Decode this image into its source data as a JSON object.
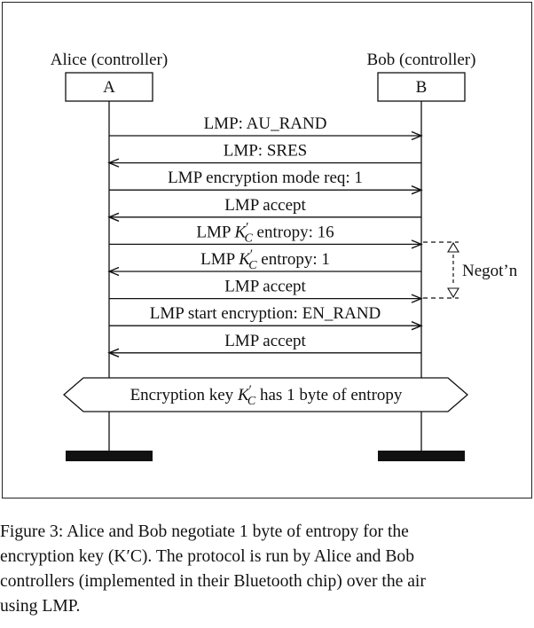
{
  "participants": {
    "alice": {
      "role_label": "Alice (controller)",
      "box_label": "A"
    },
    "bob": {
      "role_label": "Bob (controller)",
      "box_label": "B"
    }
  },
  "messages": [
    {
      "parts": [
        {
          "t": "LMP: AU"
        },
        {
          "t": "_",
          "style": "underscore"
        },
        {
          "t": "RAND"
        }
      ],
      "direction": "right"
    },
    {
      "parts": [
        {
          "t": "LMP: SRES"
        }
      ],
      "direction": "left"
    },
    {
      "parts": [
        {
          "t": "LMP encryption mode req: 1"
        }
      ],
      "direction": "right"
    },
    {
      "parts": [
        {
          "t": "LMP accept"
        }
      ],
      "direction": "left"
    },
    {
      "parts": [
        {
          "t": "LMP "
        },
        {
          "t": "K",
          "style": "math"
        },
        {
          "t": "′",
          "style": "sup"
        },
        {
          "t": "C",
          "style": "sub"
        },
        {
          "t": " entropy: 16"
        }
      ],
      "direction": "right"
    },
    {
      "parts": [
        {
          "t": "LMP "
        },
        {
          "t": "K",
          "style": "math"
        },
        {
          "t": "′",
          "style": "sup"
        },
        {
          "t": "C",
          "style": "sub"
        },
        {
          "t": " entropy: 1"
        }
      ],
      "direction": "left"
    },
    {
      "parts": [
        {
          "t": "LMP accept"
        }
      ],
      "direction": "right"
    },
    {
      "parts": [
        {
          "t": "LMP start encryption: EN"
        },
        {
          "t": "_",
          "style": "underscore"
        },
        {
          "t": "RAND"
        }
      ],
      "direction": "right"
    },
    {
      "parts": [
        {
          "t": "LMP accept"
        }
      ],
      "direction": "left"
    }
  ],
  "negotiation": {
    "label": "Negot’n",
    "first_message": 4,
    "last_message": 6
  },
  "banner": {
    "parts": [
      {
        "t": "Encryption key "
      },
      {
        "t": "K",
        "style": "math"
      },
      {
        "t": "′",
        "style": "sup"
      },
      {
        "t": "C",
        "style": "sub"
      },
      {
        "t": " has 1 byte of entropy"
      }
    ]
  },
  "caption": {
    "lines": [
      "Figure 3: Alice and Bob negotiate 1 byte of entropy for the",
      "encryption key (K′C). The protocol is run by Alice and Bob",
      "controllers (implemented in their Bluetooth chip) over the air",
      "using LMP."
    ]
  }
}
